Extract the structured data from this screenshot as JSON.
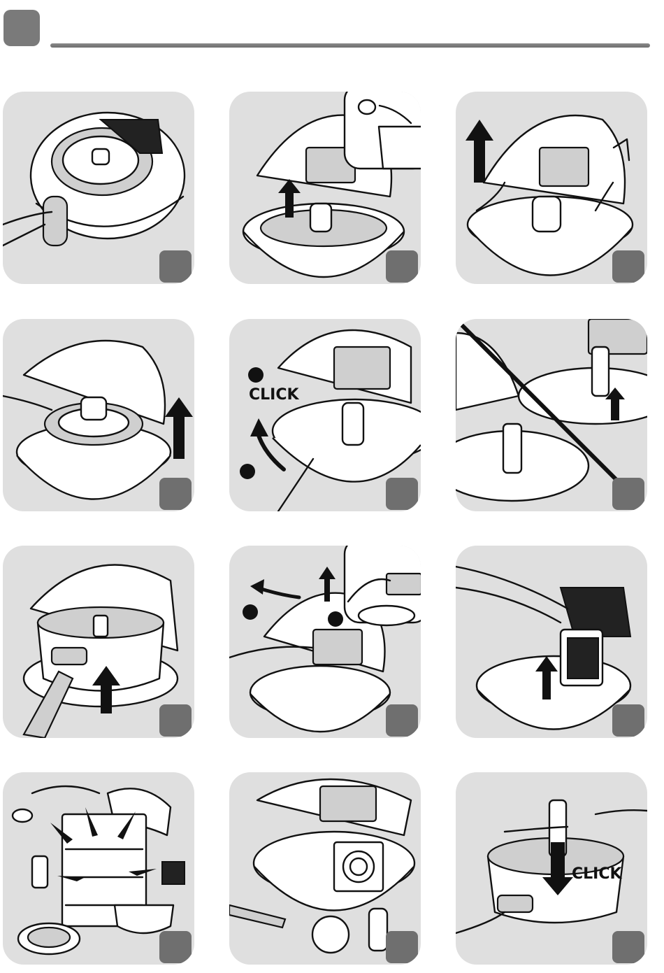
{
  "header": {
    "tab_color": "#7a7a7a",
    "rule_color": "#7a7a7a"
  },
  "panel_color": "#dfdfdf",
  "badge_color": "#6f6f6f",
  "panels": [
    {
      "id": "p1"
    },
    {
      "id": "p2"
    },
    {
      "id": "p3"
    },
    {
      "id": "p4"
    },
    {
      "id": "p5",
      "click_label": "CLICK"
    },
    {
      "id": "p6"
    },
    {
      "id": "p7"
    },
    {
      "id": "p8"
    },
    {
      "id": "p9"
    },
    {
      "id": "p10"
    },
    {
      "id": "p11"
    },
    {
      "id": "p12",
      "click_label": "CLICK"
    }
  ]
}
